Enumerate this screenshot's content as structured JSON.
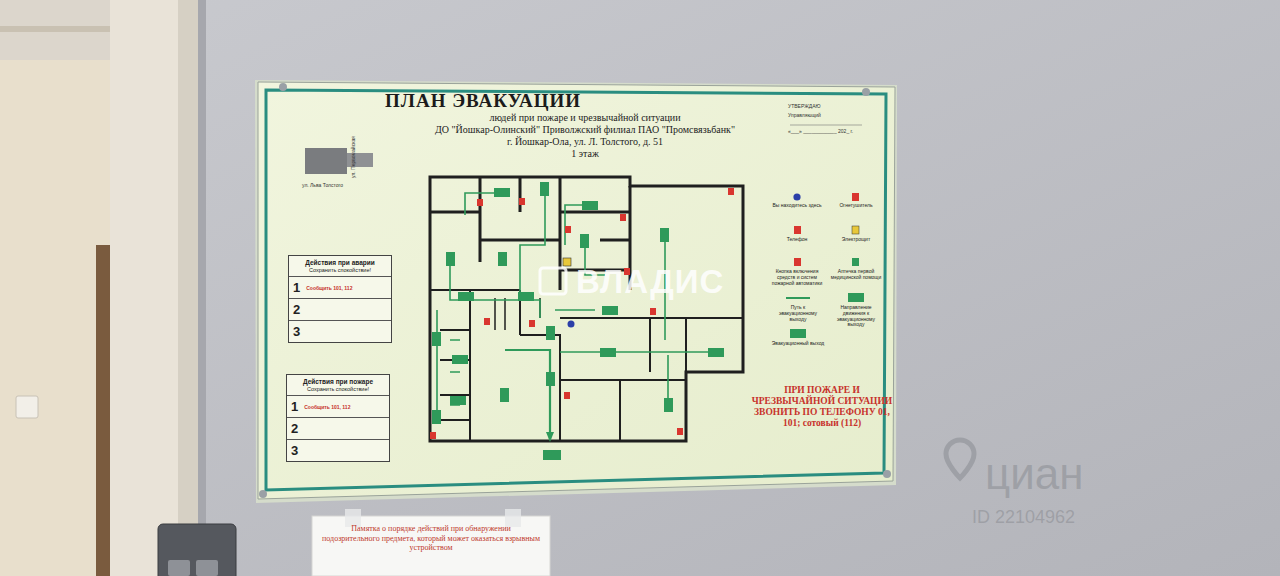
{
  "diagram": {
    "title": "ПЛАН ЭВАКУАЦИИ",
    "nodes": [
      {
        "text": [
          "Действия при аварии",
          "Сохранить спокойствие!"
        ]
      },
      {
        "text": [
          "1",
          "Сообщить 101, 112"
        ],
        "in": 0
      },
      {
        "text": [
          "2"
        ],
        "in": 0
      },
      {
        "text": [
          "3"
        ],
        "in": 0
      },
      {
        "text": [
          "Действия при пожаре",
          "Сохранить спокойствие!"
        ]
      },
      {
        "text": [
          "1",
          "Сообщить 101, 112"
        ],
        "in": 4
      },
      {
        "text": [
          "2"
        ],
        "in": 4
      },
      {
        "text": [
          "3"
        ],
        "in": 4
      },
      {
        "text": [
          "Памятка о порядке действий при обнаружении подозрительного предмета, который может оказаться взрывным устройством"
        ]
      }
    ],
    "labels": [
      "людей при пожаре и чрезвычайной ситуации",
      "ДО \"Йошкар-Олинский\" Приволжский филиал ПАО \"Промсвязьбанк\"",
      "г. Йошкар-Ола, ул. Л. Толстого, д. 51",
      "1 этаж",
      "УТВЕРЖДАЮ",
      "Управляющий",
      "«___» ____________ 202_ г.",
      "ул. Льва Толстого",
      "ул. Первомайская",
      "ПРИ ПОЖАРЕ И ЧРЕЗВЫЧАЙНОЙ СИТУАЦИИ ЗВОНИТЬ ПО ТЕЛЕФОНУ 01, 101; сотовый (112)",
      "ВЛАДИС",
      "циан",
      "ID 22104962"
    ],
    "legend": [
      {
        "text": "Вы находитесь здесь"
      },
      {
        "text": "Огнетушитель"
      },
      {
        "text": "Телефон"
      },
      {
        "text": "Электрощит"
      },
      {
        "text": "Кнопка включения средств и систем пожарной автоматики"
      },
      {
        "text": "Аптечка первой медицинской помощи"
      },
      {
        "text": "Путь к эвакуационному выходу"
      },
      {
        "text": "Направление движения к эвакуационному выходу"
      },
      {
        "text": "Эвакуационный выход"
      }
    ]
  }
}
